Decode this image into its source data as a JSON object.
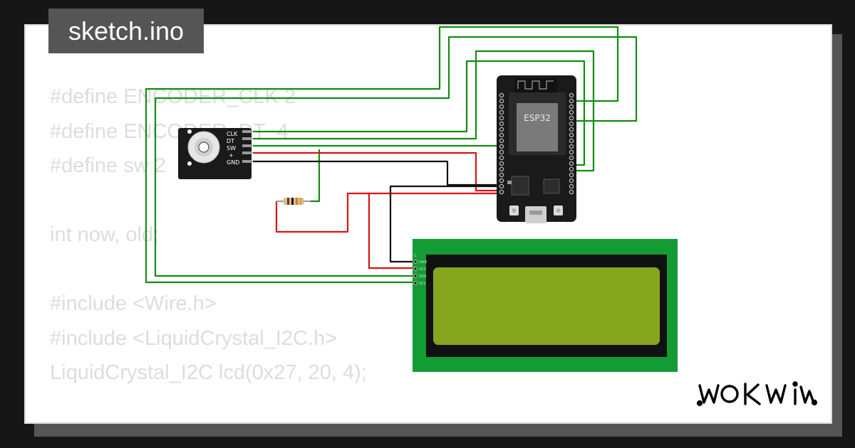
{
  "title": "sketch.ino",
  "code_lines": [
    "#define ENCODER_CLK 2",
    "#define ENCODER_DT  4",
    "#define sw 2",
    "",
    "int now, old;",
    "",
    "#include <Wire.h>",
    "#include <LiquidCrystal_I2C.h>",
    "LiquidCrystal_I2C lcd(0x27, 20, 4);"
  ],
  "encoder": {
    "pins": [
      "CLK",
      "DT",
      "SW",
      "+",
      "GND"
    ]
  },
  "esp32": {
    "label": "ESP32"
  },
  "lcd": {
    "pin_number": "1",
    "pins": [
      "GND",
      "VCC",
      "SDA",
      "SCL"
    ]
  },
  "brand": "WOKWI",
  "colors": {
    "wire_green": "#118d11",
    "wire_red": "#dd1111",
    "wire_black": "#111111",
    "lcd_board": "#139b34",
    "lcd_screen": "#86a71d"
  }
}
